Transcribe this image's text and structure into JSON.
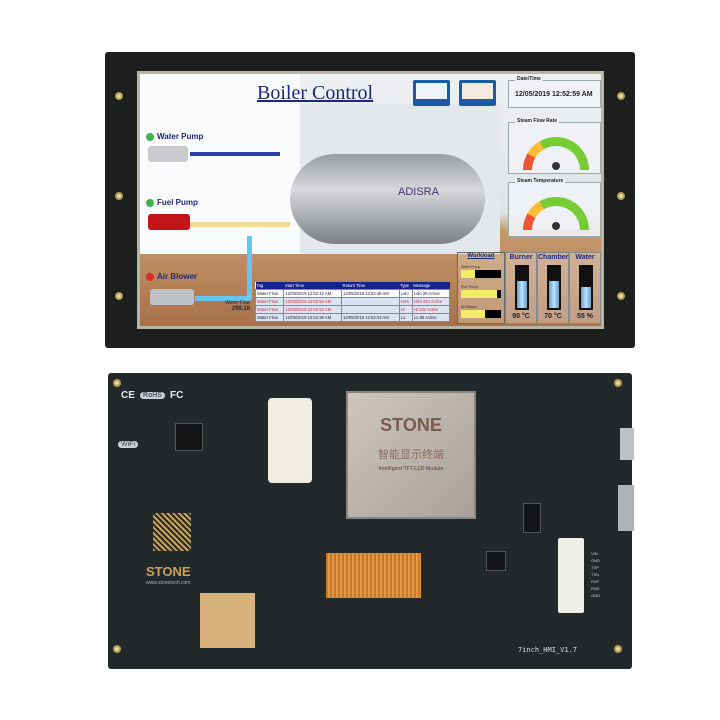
{
  "screen": {
    "title": "Boiler Control",
    "datetime": {
      "label": "Date/Time",
      "value": "12/05/2019 12:52:59 AM"
    },
    "gauges": [
      {
        "label": "Steam Flow Rate"
      },
      {
        "label": "Steam Temperature"
      }
    ],
    "pumps": [
      {
        "label": "Water Pump",
        "status": "on",
        "color": "#3cb54a"
      },
      {
        "label": "Fuel Pump",
        "status": "on",
        "color": "#3cb54a"
      },
      {
        "label": "Air Blower",
        "status": "off",
        "color": "#e02a2a"
      }
    ],
    "boiler_logo": "ADISRA",
    "water_flow": {
      "label": "Water Flow",
      "value": "299.18"
    },
    "alarm_table": {
      "headers": [
        "Tag",
        "Start Time",
        "Return Time",
        "Type",
        "Message"
      ],
      "rows": [
        [
          "Water Flow",
          "12/05/2019 12:52:42 AM",
          "12/05/2019 12:52:48 AM",
          "Lolo",
          "Lolo 20 Active"
        ],
        [
          "Water Flow",
          "12/05/2019 12:52:56 AM",
          "",
          "HiHi",
          "HiHi 220 Active"
        ],
        [
          "Water Flow",
          "12/05/2019 12:52:52 AM",
          "",
          "Hi",
          "Hi 102 Active"
        ],
        [
          "Water Flow",
          "12/05/2019 12:52:39 AM",
          "12/05/2019 12:52:43 AM",
          "Lo",
          "Lo 80 Active"
        ]
      ]
    },
    "workload": {
      "title": "Workload",
      "bars": [
        {
          "label": "Water Pump",
          "fill": 0.35
        },
        {
          "label": "Fuel Pump",
          "fill": 0.9
        },
        {
          "label": "Air Blower",
          "fill": 0.6
        }
      ]
    },
    "tanks": [
      {
        "label": "Burner",
        "value": "90 °C",
        "fill": 0.7
      },
      {
        "label": "Chamber",
        "value": "70 °C",
        "fill": 0.7
      },
      {
        "label": "Water",
        "value": "55 %",
        "fill": 0.55
      }
    ]
  },
  "board": {
    "certs": [
      "CE",
      "RoHS",
      "FC"
    ],
    "wifi": "WiFi",
    "module_brand": "STONE",
    "module_cn": "智能显示终端",
    "module_sub": "Intelligent TFT-LCD Module",
    "brand": "STONE",
    "url": "www.stonetech.com",
    "version": "7inch_HMI_V1.7",
    "pins": [
      "VIN",
      "GND",
      "TXP",
      "TXN",
      "RXP",
      "RXN",
      "GND"
    ]
  }
}
